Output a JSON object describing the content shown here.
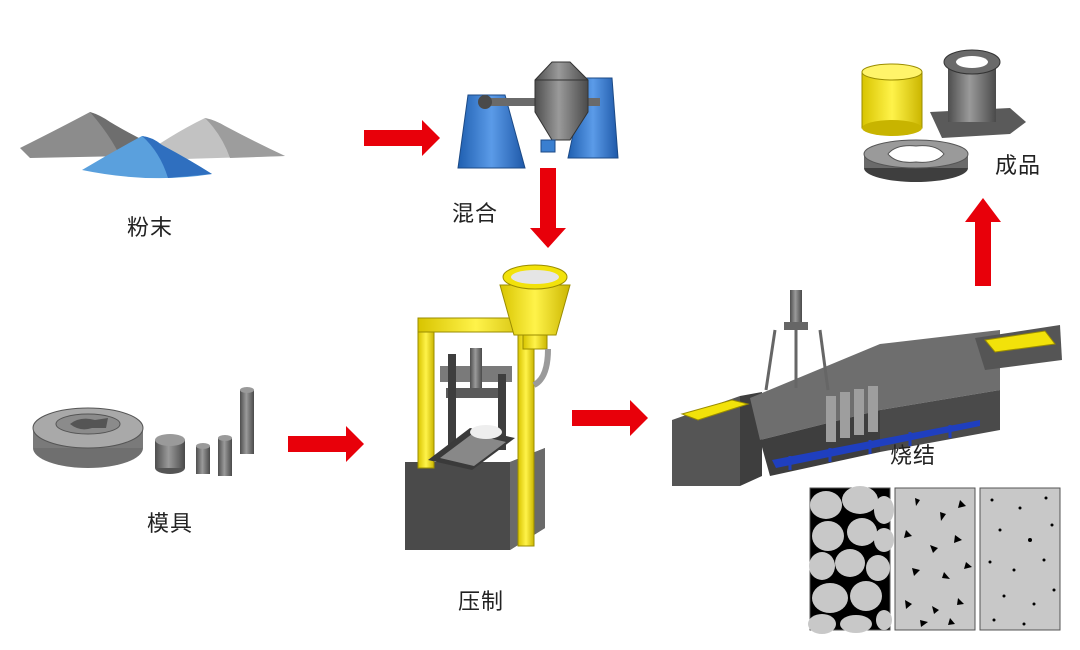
{
  "labels": {
    "powder": "粉末",
    "mixing": "混合",
    "mold": "模具",
    "pressing": "压制",
    "sintering": "烧结",
    "product": "成品"
  },
  "colors": {
    "arrow": "#e8000a",
    "steel_dark": "#555555",
    "steel_mid": "#8a8a8a",
    "steel_light": "#b8b8b8",
    "frame_yellow": "#f2e20a",
    "mixer_blue": "#3a7fd0",
    "powder_blue": "#5aa0dd",
    "rail_blue": "#1f3fbf"
  }
}
